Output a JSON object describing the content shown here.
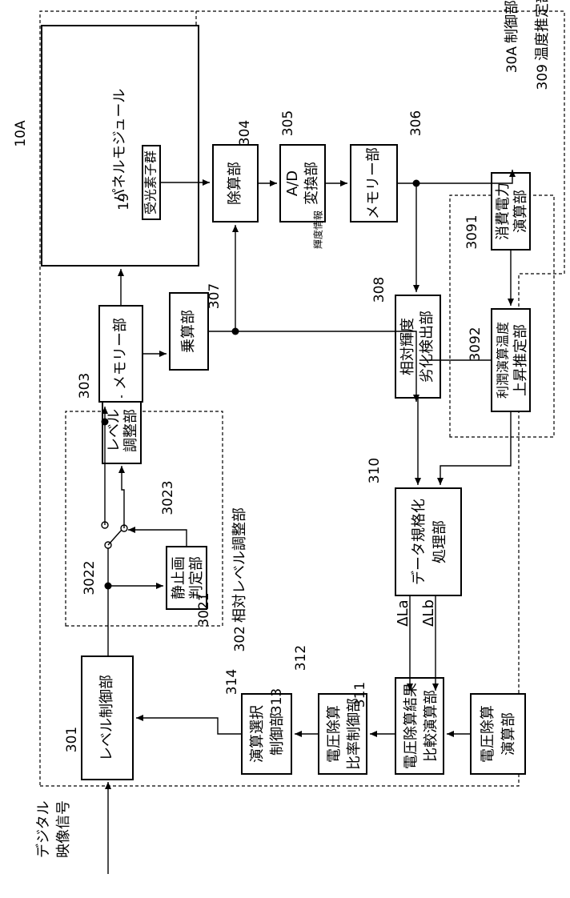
{
  "diagram": {
    "panel": {
      "ref": "10A",
      "label": "パネルモジュール"
    },
    "light_sensor": {
      "ref": "19",
      "label": "受光素子群"
    },
    "control_unit": {
      "ref": "30A",
      "label": "制御部"
    },
    "temp_unit": {
      "ref": "309",
      "label": "温度推定部"
    },
    "level_adjust_group": {
      "ref": "302",
      "label": "相対レベル調整部"
    },
    "input_signal": {
      "line1": "デジタル",
      "line2": "映像信号"
    },
    "level_control": {
      "ref": "301",
      "label": "レベル制御部"
    },
    "still_judge": {
      "ref": "3021",
      "line1": "静止画",
      "line2": "判定部"
    },
    "switch_ref": "3022",
    "level_adjuster": {
      "ref": "3023",
      "line1": "レベル",
      "line2": "調整部"
    },
    "memory_a": {
      "ref": "303",
      "label": "メモリー部"
    },
    "multiplier": {
      "ref": "307",
      "label": "乗算部"
    },
    "divider": {
      "ref": "304",
      "label": "除算部"
    },
    "ad_converter": {
      "ref": "305",
      "line1": "A/D",
      "line2": "変換部"
    },
    "luminance_info": "輝度情報",
    "memory_b": {
      "ref": "306",
      "label": "メモリー部"
    },
    "power_calc": {
      "ref": "3091",
      "line1": "消費電力",
      "line2": "演算部"
    },
    "temp_rise": {
      "ref": "3092",
      "line1": "利潤演算温度",
      "line2": "上昇推定部"
    },
    "degradation": {
      "ref": "308",
      "line1": "相対輝度",
      "line2": "劣化検出部"
    },
    "normalize": {
      "ref": "310",
      "line1": "データ規格化",
      "line2": "処理部"
    },
    "delta_a": "ΔLa",
    "delta_b": "ΔLb",
    "volt_div_calc": {
      "ref": "311",
      "line1": "電圧除算",
      "line2": "演算部"
    },
    "compare_calc": {
      "ref": "312",
      "line1": "電圧除算結果",
      "line2": "比較演算部"
    },
    "ratio_control": {
      "ref": "313",
      "line1": "電圧除算",
      "line2": "比率制御部"
    },
    "op_select": {
      "ref": "314",
      "line1": "演算選択",
      "line2": "制御部"
    }
  }
}
